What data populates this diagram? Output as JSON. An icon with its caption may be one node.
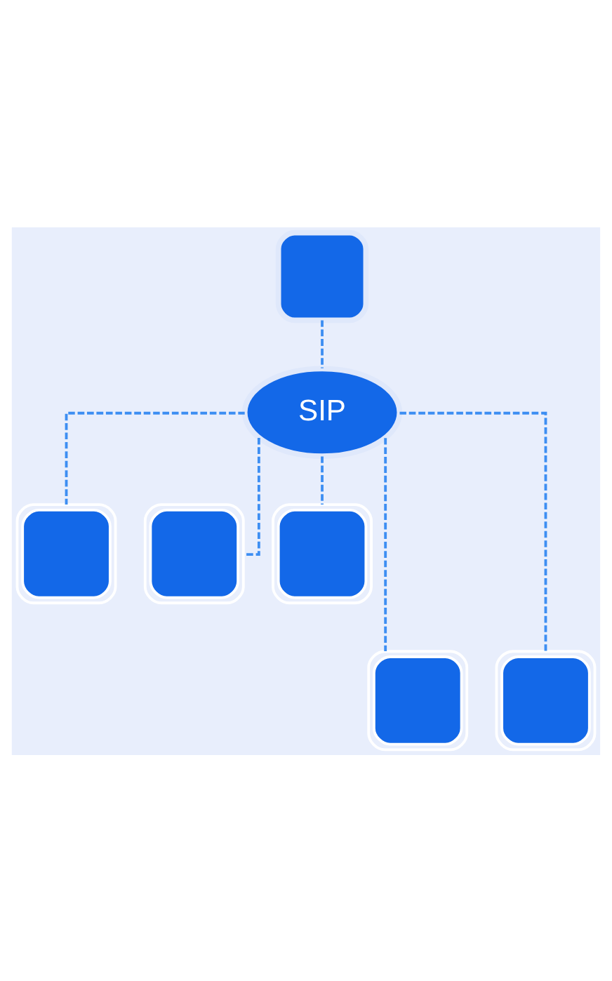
{
  "diagram": {
    "nodes": [
      {
        "text": [],
        "shape": "box"
      },
      {
        "text": [
          "SIP"
        ]
      },
      {
        "text": [],
        "shape": "person"
      },
      {
        "text": [],
        "shape": "person"
      },
      {
        "text": [],
        "shape": "person"
      },
      {
        "text": [],
        "shape": "person"
      },
      {
        "text": [],
        "shape": "person"
      }
    ],
    "edges": [
      {
        "from": 0,
        "to": 1,
        "arrow": "none",
        "style": "dashed"
      },
      {
        "from": 1,
        "to": 2,
        "arrow": "none",
        "style": "dashed"
      },
      {
        "from": 1,
        "to": 5,
        "arrow": "none",
        "style": "dashed"
      },
      {
        "from": 1,
        "to": 3,
        "arrow": "none",
        "style": "dashed"
      },
      {
        "from": 1,
        "to": 6,
        "arrow": "none",
        "style": "dashed"
      },
      {
        "from": 1,
        "to": 4,
        "arrow": "none",
        "style": "dashed"
      }
    ]
  }
}
